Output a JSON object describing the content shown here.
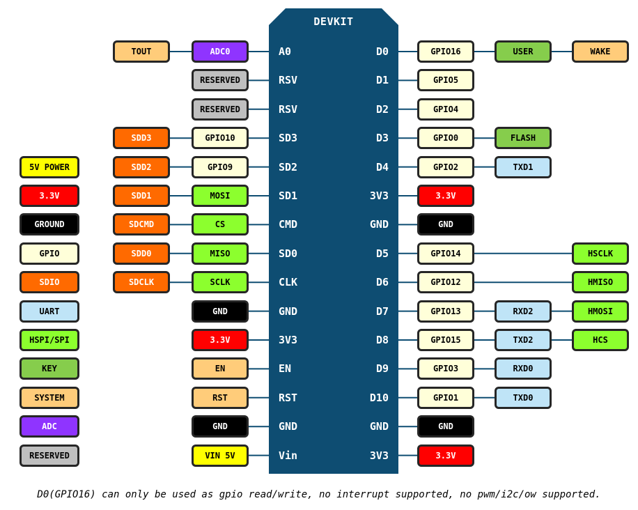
{
  "board": {
    "title": "DEVKIT",
    "color": "#0e4d72"
  },
  "pins_left": [
    "A0",
    "RSV",
    "RSV",
    "SD3",
    "SD2",
    "SD1",
    "CMD",
    "SD0",
    "CLK",
    "GND",
    "3V3",
    "EN",
    "RST",
    "GND",
    "Vin"
  ],
  "pins_right": [
    "D0",
    "D1",
    "D2",
    "D3",
    "D4",
    "3V3",
    "GND",
    "D5",
    "D6",
    "D7",
    "D8",
    "D9",
    "D10",
    "GND",
    "3V3"
  ],
  "colors": {
    "power5v": "#ffff00",
    "power33": "#ff0000",
    "ground": "#000000",
    "gpio": "#ffffd9",
    "sdio": "#ff6a00",
    "uart": "#bfe4f7",
    "spi": "#8cff2e",
    "key": "#86cd4c",
    "system": "#ffcc7a",
    "adc": "#8f34ff",
    "reserved": "#bfbfbf"
  },
  "legend": [
    {
      "text": "5V POWER",
      "cat": "power5v"
    },
    {
      "text": "3.3V",
      "cat": "power33"
    },
    {
      "text": "GROUND",
      "cat": "ground"
    },
    {
      "text": "GPIO",
      "cat": "gpio"
    },
    {
      "text": "SDIO",
      "cat": "sdio"
    },
    {
      "text": "UART",
      "cat": "uart"
    },
    {
      "text": "HSPI/SPI",
      "cat": "spi"
    },
    {
      "text": "KEY",
      "cat": "key"
    },
    {
      "text": "SYSTEM",
      "cat": "system"
    },
    {
      "text": "ADC",
      "cat": "adc"
    },
    {
      "text": "RESERVED",
      "cat": "reserved"
    }
  ],
  "left_rows": [
    {
      "near": {
        "text": "ADC0",
        "cat": "adc"
      },
      "far": {
        "text": "TOUT",
        "cat": "system"
      }
    },
    {
      "near": {
        "text": "RESERVED",
        "cat": "reserved"
      }
    },
    {
      "near": {
        "text": "RESERVED",
        "cat": "reserved"
      }
    },
    {
      "near": {
        "text": "GPIO10",
        "cat": "gpio"
      },
      "far": {
        "text": "SDD3",
        "cat": "sdio"
      }
    },
    {
      "near": {
        "text": "GPIO9",
        "cat": "gpio"
      },
      "far": {
        "text": "SDD2",
        "cat": "sdio"
      }
    },
    {
      "near": {
        "text": "MOSI",
        "cat": "spi"
      },
      "far": {
        "text": "SDD1",
        "cat": "sdio"
      }
    },
    {
      "near": {
        "text": "CS",
        "cat": "spi"
      },
      "far": {
        "text": "SDCMD",
        "cat": "sdio"
      }
    },
    {
      "near": {
        "text": "MISO",
        "cat": "spi"
      },
      "far": {
        "text": "SDD0",
        "cat": "sdio"
      }
    },
    {
      "near": {
        "text": "SCLK",
        "cat": "spi"
      },
      "far": {
        "text": "SDCLK",
        "cat": "sdio"
      }
    },
    {
      "near": {
        "text": "GND",
        "cat": "ground"
      }
    },
    {
      "near": {
        "text": "3.3V",
        "cat": "power33"
      }
    },
    {
      "near": {
        "text": "EN",
        "cat": "system"
      }
    },
    {
      "near": {
        "text": "RST",
        "cat": "system"
      }
    },
    {
      "near": {
        "text": "GND",
        "cat": "ground"
      }
    },
    {
      "near": {
        "text": "VIN 5V",
        "cat": "power5v"
      }
    }
  ],
  "right_rows": [
    {
      "c1": {
        "text": "GPIO16",
        "cat": "gpio"
      },
      "c2": {
        "text": "USER",
        "cat": "key"
      },
      "c3": {
        "text": "WAKE",
        "cat": "system"
      }
    },
    {
      "c1": {
        "text": "GPIO5",
        "cat": "gpio"
      }
    },
    {
      "c1": {
        "text": "GPIO4",
        "cat": "gpio"
      }
    },
    {
      "c1": {
        "text": "GPIO0",
        "cat": "gpio"
      },
      "c2": {
        "text": "FLASH",
        "cat": "key"
      }
    },
    {
      "c1": {
        "text": "GPIO2",
        "cat": "gpio"
      },
      "c2": {
        "text": "TXD1",
        "cat": "uart"
      }
    },
    {
      "c1": {
        "text": "3.3V",
        "cat": "power33"
      }
    },
    {
      "c1": {
        "text": "GND",
        "cat": "ground"
      }
    },
    {
      "c1": {
        "text": "GPIO14",
        "cat": "gpio"
      },
      "c3": {
        "text": "HSCLK",
        "cat": "spi"
      }
    },
    {
      "c1": {
        "text": "GPIO12",
        "cat": "gpio"
      },
      "c3": {
        "text": "HMISO",
        "cat": "spi"
      }
    },
    {
      "c1": {
        "text": "GPIO13",
        "cat": "gpio"
      },
      "c2": {
        "text": "RXD2",
        "cat": "uart"
      },
      "c3": {
        "text": "HMOSI",
        "cat": "spi"
      }
    },
    {
      "c1": {
        "text": "GPIO15",
        "cat": "gpio"
      },
      "c2": {
        "text": "TXD2",
        "cat": "uart"
      },
      "c3": {
        "text": "HCS",
        "cat": "spi"
      }
    },
    {
      "c1": {
        "text": "GPIO3",
        "cat": "gpio"
      },
      "c2": {
        "text": "RXD0",
        "cat": "uart"
      }
    },
    {
      "c1": {
        "text": "GPIO1",
        "cat": "gpio"
      },
      "c2": {
        "text": "TXD0",
        "cat": "uart"
      }
    },
    {
      "c1": {
        "text": "GND",
        "cat": "ground"
      }
    },
    {
      "c1": {
        "text": "3.3V",
        "cat": "power33"
      }
    }
  ],
  "note": "D0(GPIO16) can only be used as gpio read/write, no interrupt supported, no pwm/i2c/ow supported."
}
